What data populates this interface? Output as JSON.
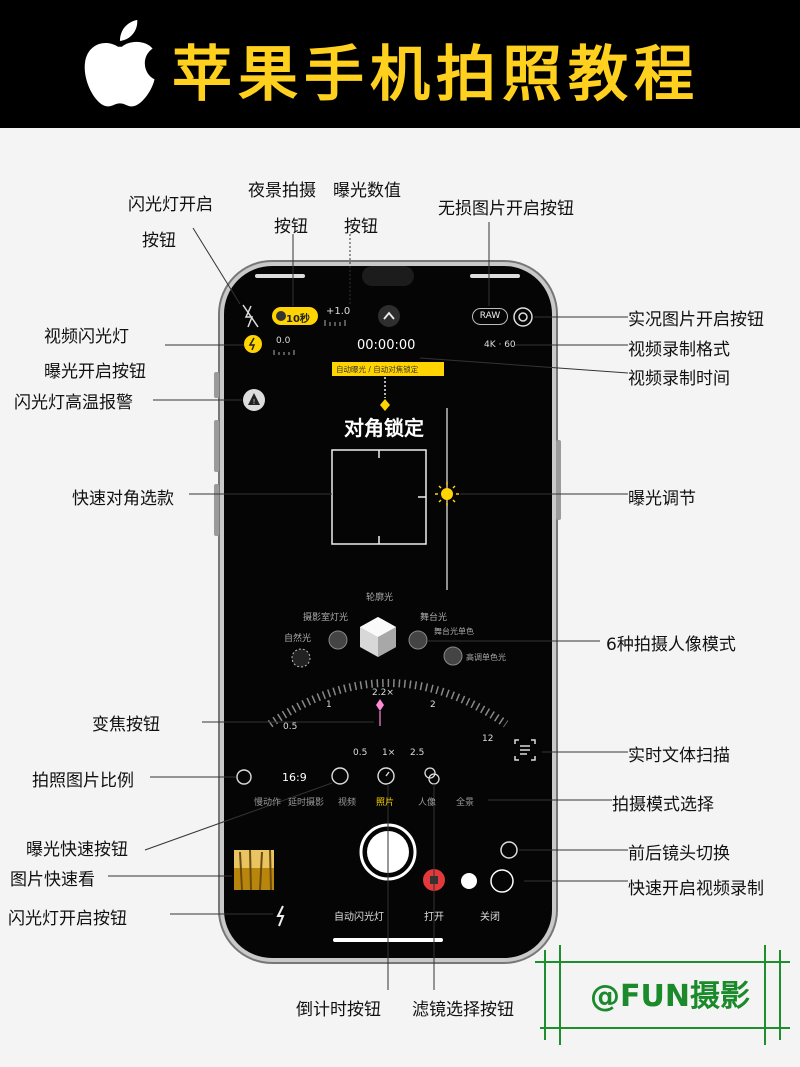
{
  "header": {
    "title": "苹果手机拍照教程",
    "logo_icon": "apple-logo-icon"
  },
  "screen": {
    "night_mode_label": "10秒",
    "exposure_value": "+1.0",
    "raw_label": "RAW",
    "flash_exposure_value": "0.0",
    "timer_text": "00:00:00",
    "video_format": "4K · 60",
    "ae_af_lock_hint": "自动曝光 / 自动对焦锁定",
    "focus_lock_text": "对角锁定",
    "portrait_title": "轮廓光",
    "portrait_modes": [
      "摄影室灯光",
      "舞台光",
      "自然光",
      "舞台光单色",
      "高调单色光"
    ],
    "zoom_current": "2.2×",
    "zoom_scale": [
      "0.5",
      "1",
      "2",
      "12"
    ],
    "zoom_presets": [
      "0.5",
      "1×",
      "2.5"
    ],
    "aspect_ratio": "16:9",
    "modes": [
      "慢动作",
      "延时摄影",
      "视频",
      "照片",
      "人像",
      "全景"
    ],
    "flash_auto_label": "自动闪光灯",
    "filter_on": "打开",
    "filter_off": "关闭"
  },
  "annotations": {
    "flash_on": "闪光灯开启",
    "flash_on_2": "按钮",
    "night_mode": "夜景拍摄",
    "night_mode_2": "按钮",
    "exposure_value": "曝光数值",
    "exposure_value_2": "按钮",
    "raw": "无损图片开启按钮",
    "live_photo": "实况图片开启按钮",
    "video_flash": "视频闪光灯",
    "video_format": "视频录制格式",
    "exposure_on": "曝光开启按钮",
    "video_time": "视频录制时间",
    "flash_temp": "闪光灯高温报警",
    "quick_focus": "快速对角选款",
    "exposure_adjust": "曝光调节",
    "portrait_modes": "6种拍摄人像模式",
    "zoom": "变焦按钮",
    "text_scan": "实时文体扫描",
    "aspect": "拍照图片比例",
    "mode_select": "拍摄模式选择",
    "exposure_quick": "曝光快速按钮",
    "lens_switch": "前后镜头切换",
    "photo_preview": "图片快速看",
    "quick_video": "快速开启视频录制",
    "flash_button": "闪光灯开启按钮",
    "countdown": "倒计时按钮",
    "filter_select": "滤镜选择按钮"
  },
  "watermark": {
    "text": "@FUN摄影"
  },
  "colors": {
    "title_yellow": "#ffd11e",
    "header_bg": "#000000",
    "stamp_green": "#1a8a2a",
    "zoom_pink": "#ff8ad8",
    "screen_bg": "#050505"
  }
}
